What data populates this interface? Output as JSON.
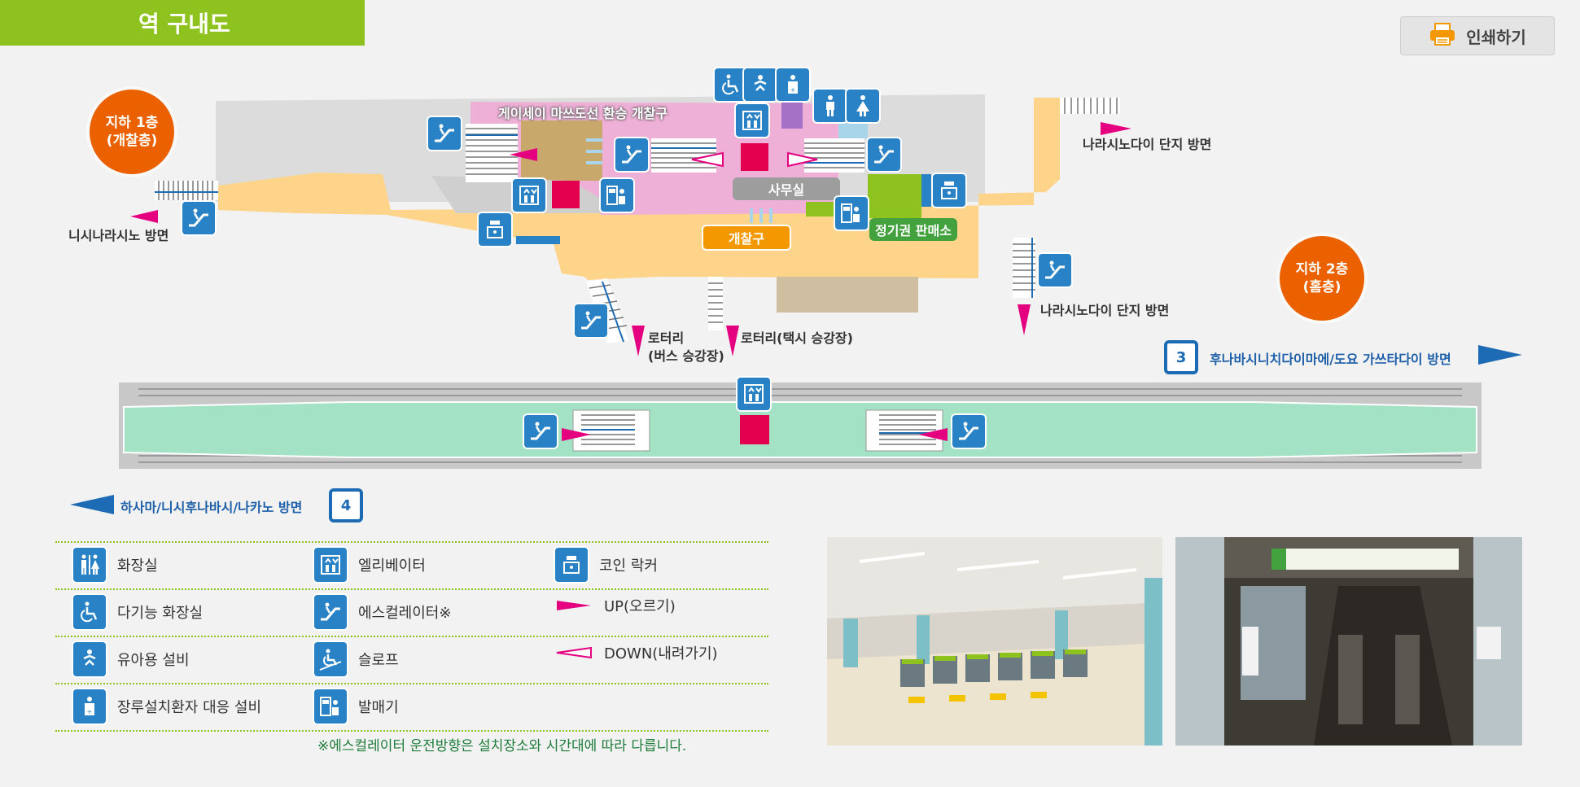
{
  "page": {
    "title": "역 구내도",
    "print_label": "인쇄하기"
  },
  "floors": {
    "b1": {
      "line1": "지하 1층",
      "line2": "(개찰층)"
    },
    "b2": {
      "line1": "지하 2층",
      "line2": "(홈층)"
    }
  },
  "map_labels": {
    "transfer_gate": "게이세이 마쓰도선 환승 개찰구",
    "office": "사무실",
    "ticket_gate": "개찰구",
    "pass_office": "정기권 판매소",
    "nishinarashino": "니시나라시노 방면",
    "narashinodai_top": "나라시노다이 단지 방면",
    "narashinodai_bottom": "나라시노다이 단지 방면",
    "rotary_bus_1": "로터리",
    "rotary_bus_2": "(버스 승강장)",
    "rotary_taxi": "로터리(택시 승강장)"
  },
  "platform": {
    "track3": {
      "number": "3",
      "direction": "후나바시니치다이마에/도요 가쓰타다이 방면"
    },
    "track4": {
      "number": "4",
      "direction": "하사마/니시후나바시/나카노 방면"
    }
  },
  "legend": {
    "toilet": "화장실",
    "multi_toilet": "다기능 화장실",
    "baby": "유아용 설비",
    "ostomy": "장루설치환자 대응 설비",
    "elevator": "엘리베이터",
    "escalator": "에스컬레이터※",
    "slope": "슬로프",
    "ticket_machine": "발매기",
    "locker": "코인 락커",
    "up": "UP(오르기)",
    "down": "DOWN(내려가기)"
  },
  "note": "※에스컬레이터 운전방향은 설치장소와 시간대에 따라 다릅니다.",
  "colors": {
    "accent_green": "#8dc21f",
    "floor_orange": "#eb6100",
    "icon_blue": "#2a82c6",
    "concourse": "#fdd48a",
    "paid_area": "#eeb0d6",
    "platform": "#a3e2c4",
    "arrow_magenta": "#e4007f",
    "track_blue": "#1d6bb5"
  }
}
